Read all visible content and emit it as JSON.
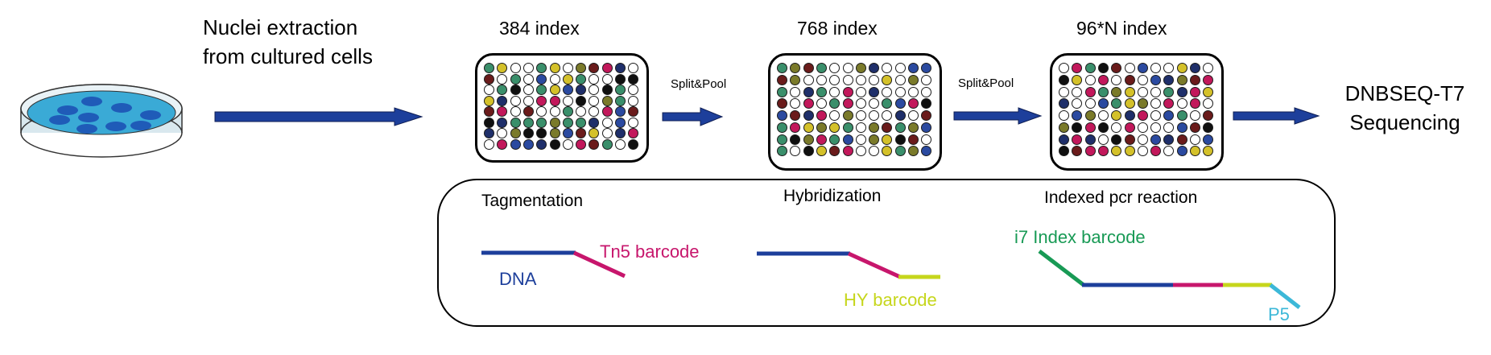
{
  "steps": {
    "extraction_label": "Nuclei extraction\nfrom cultured cells",
    "sequencing_label": "DNBSEQ-T7\nSequencing"
  },
  "plates": [
    {
      "title": "384 index"
    },
    {
      "title": "768 index"
    },
    {
      "title": "96*N index"
    }
  ],
  "split_pool_labels": [
    "Split&Pool",
    "Split&Pool"
  ],
  "reactions": {
    "tagmentation": {
      "title": "Tagmentation",
      "dna_label": "DNA",
      "barcode_label": "Tn5 barcode"
    },
    "hybridization": {
      "title": "Hybridization",
      "barcode_label": "HY barcode"
    },
    "indexed_pcr": {
      "title": "Indexed pcr reaction",
      "index_label": "i7 Index barcode",
      "p5_label": "P5"
    }
  },
  "colors": {
    "dna": "#1d3f9b",
    "tn5": "#c7166c",
    "hy": "#c6d61c",
    "i7": "#189a55",
    "p5": "#3cb8d8",
    "arrow": "#1d3f9b",
    "dish": "#3aaad6"
  }
}
